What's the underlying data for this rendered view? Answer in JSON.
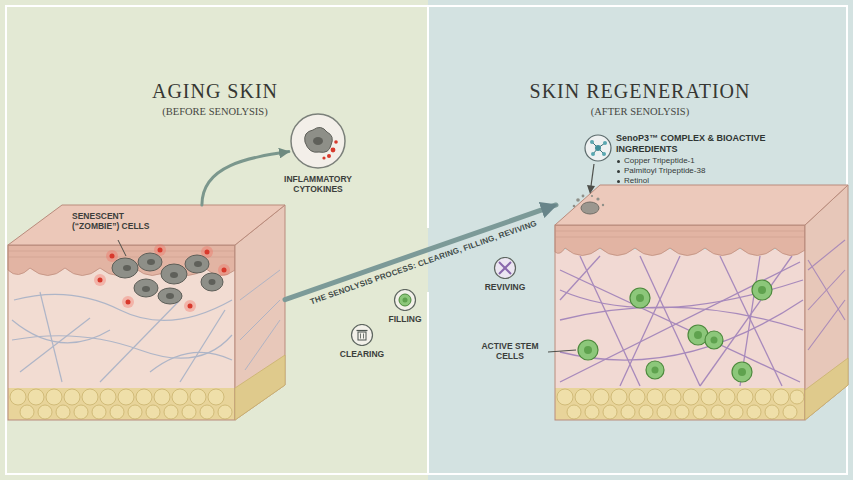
{
  "diagram": {
    "nodes": [
      {
        "text": [
          "AGING SKIN",
          "(BEFORE SENOLYSIS)"
        ]
      },
      {
        "text": [
          "SENESCENT (“ZOMBIE”) CELLS"
        ],
        "in": 0
      },
      {
        "text": [
          "INFLAMMATORY CYTOKINES"
        ],
        "in": 0
      },
      {
        "text": [
          "CLEARING"
        ],
        "in": 0
      },
      {
        "text": [
          "FILLING"
        ],
        "in": 0
      },
      {
        "text": [
          "SKIN REGENERATION",
          "(AFTER SENOLYSIS)"
        ]
      },
      {
        "text": [
          "REVIVING"
        ],
        "in": 5
      },
      {
        "text": [
          "SenoP3™ COMPLEX & BIOACTIVE INGREDIENTS",
          "Copper Tripeptide-1",
          "Palmitoyl Tripeptide-38",
          "Retinol"
        ],
        "in": 5
      },
      {
        "text": [
          "ACTIVE STEM CELLS"
        ],
        "in": 5
      }
    ],
    "edges": [
      {
        "from": 1,
        "to": 2,
        "arrow": "to"
      },
      {
        "from": 1,
        "to": 8,
        "arrow": "to",
        "label": "THE SENOLYSIS PROCESS: CLEARING, FILLING, REVIVING"
      }
    ]
  }
}
